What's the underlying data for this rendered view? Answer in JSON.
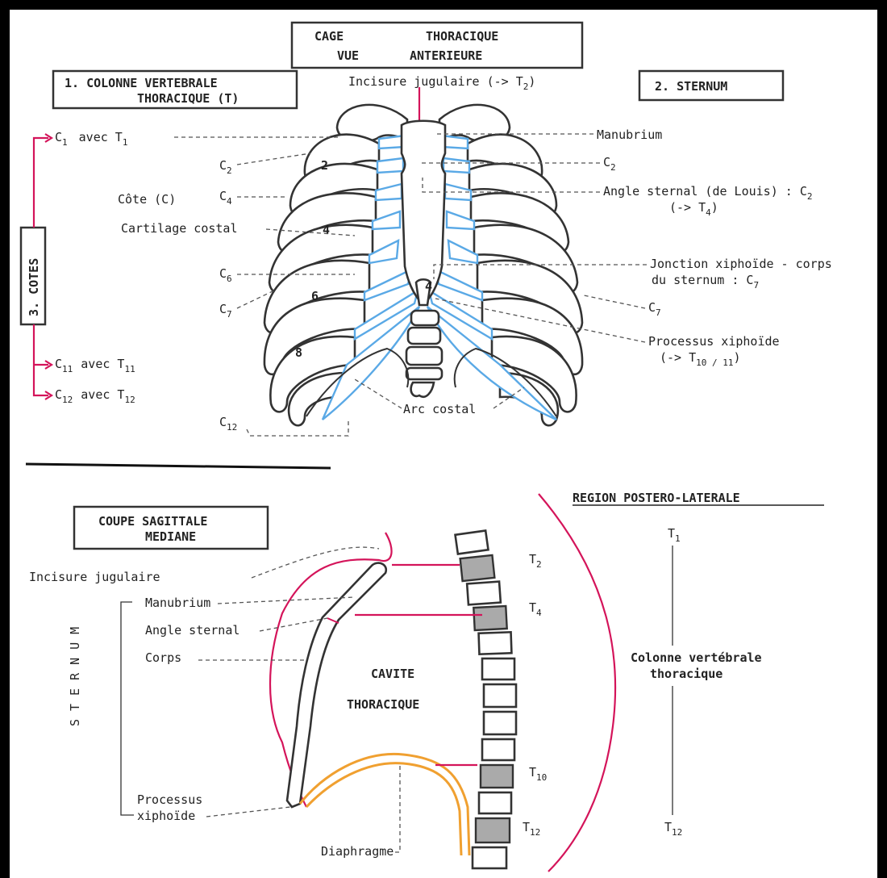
{
  "top_title": {
    "line1_a": "CAGE",
    "line1_b": "THORACIQUE",
    "line2_a": "VUE",
    "line2_b": "ANTERIEURE"
  },
  "box1": {
    "line1": "1. COLONNE VERTEBRALE",
    "line2": "THORACIQUE (T)"
  },
  "box2": {
    "text": "2.   STERNUM"
  },
  "box3": {
    "text": "3. COTES"
  },
  "jugular_notch": {
    "text": "Incisure jugulaire (-> T",
    "sub": "2",
    "close": ")"
  },
  "left_labels": {
    "c1_avec_t1": {
      "c": "C",
      "csub": "1",
      "mid": "avec T",
      "tsub": "1"
    },
    "c2": {
      "c": "C",
      "sub": "2"
    },
    "cote": "Côte  (C)",
    "c4": {
      "c": "C",
      "sub": "4"
    },
    "cartilage": "Cartilage costal",
    "c6": {
      "c": "C",
      "sub": "6"
    },
    "c7": {
      "c": "C",
      "sub": "7"
    },
    "c11_avec_t11": {
      "c": "C",
      "csub": "11",
      "mid": "avec T",
      "tsub": "11"
    },
    "c12_avec_t12": {
      "c": "C",
      "csub": "12",
      "mid": "avec T",
      "tsub": "12"
    },
    "c12": {
      "c": "C",
      "sub": "12"
    }
  },
  "right_labels": {
    "manubrium": "Manubrium",
    "c2": {
      "c": "C",
      "sub": "2"
    },
    "angle_sternal_l1": "Angle sternal (de Louis) : C",
    "angle_sternal_sub": "2",
    "angle_sternal_l2": "(-> T",
    "angle_sternal_l2_sub": "4",
    "angle_sternal_l2_close": ")",
    "jonction_l1": "Jonction xiphoïde - corps",
    "jonction_l2": "du sternum   : C",
    "jonction_sub": "7",
    "c7": {
      "c": "C",
      "sub": "7"
    },
    "processus_l1": "Processus xiphoïde",
    "processus_l2": "(-> T",
    "processus_l2_sub": "10 / 11",
    "processus_l2_close": ")"
  },
  "rib_numbers": [
    "2",
    "4",
    "6",
    "8"
  ],
  "xiphoid_number": "4",
  "arc_costal": "Arc costal",
  "bottom": {
    "coupe_l1": "COUPE SAGITTALE",
    "coupe_l2": "MEDIANE",
    "region": "REGION POSTERO-LATERALE",
    "incisure": "Incisure   jugulaire",
    "manubrium": "Manubrium",
    "angle": "Angle sternal",
    "corps": "Corps",
    "processus_l1": "Processus",
    "processus_l2": "xiphoïde",
    "sternum_vertical": "STERNUM",
    "cavite_l1": "CAVITE",
    "cavite_l2": "THORACIQUE",
    "diaphragme": "Diaphragme",
    "colonne_l1": "Colonne vertébrale",
    "colonne_l2": "thoracique",
    "t_labels": {
      "t1": {
        "t": "T",
        "sub": "1"
      },
      "t2": {
        "t": "T",
        "sub": "2"
      },
      "t4": {
        "t": "T",
        "sub": "4"
      },
      "t10": {
        "t": "T",
        "sub": "10"
      },
      "t12_a": {
        "t": "T",
        "sub": "12"
      },
      "t12_b": {
        "t": "T",
        "sub": "12"
      }
    }
  },
  "colors": {
    "pink": "#d4145a",
    "cartilage_blue": "#5aa9e6",
    "diaphragm_orange": "#f0a030"
  }
}
